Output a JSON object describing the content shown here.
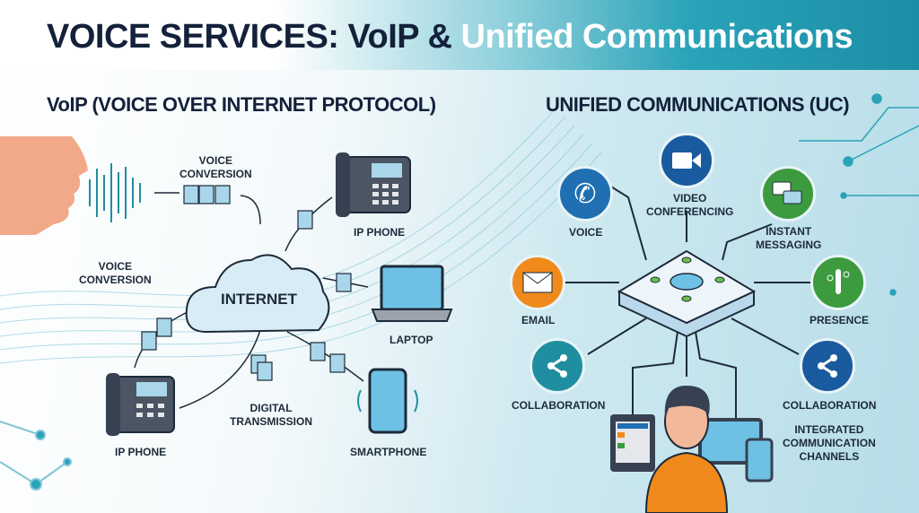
{
  "title": {
    "dark": "VOICE SERVICES: VoIP &",
    "light": "Unified Communications"
  },
  "voip": {
    "heading": "VoIP (VOICE OVER INTERNET PROTOCOL)",
    "voice_conversion_top": "VOICE\nCONVERSION",
    "voice_conversion_left": "VOICE\nCONVERSION",
    "internet": "INTERNET",
    "ip_phone_top": "IP PHONE",
    "laptop": "LAPTOP",
    "digital_transmission": "DIGITAL\nTRANSMISSION",
    "smartphone": "SMARTPHONE",
    "ip_phone_bottom": "IP PHONE"
  },
  "uc": {
    "heading": "UNIFIED COMMUNICATIONS (UC)",
    "voice": "VOICE",
    "video": "VIDEO\nCONFERENCING",
    "im": "INSTANT\nMESSAGING",
    "email": "EMAIL",
    "presence": "PRESENCE",
    "collab_left": "COLLABORATION",
    "collab_right": "COLLABORATION",
    "channels": "INTEGRATED\nCOMMUNICATION\nCHANNELS"
  },
  "colors": {
    "blue": "#1f6fb2",
    "darkblue": "#1a5a9e",
    "green": "#3c9a3f",
    "orange": "#f08a1c",
    "teal": "#1f8ea0",
    "navy": "#14213a"
  }
}
